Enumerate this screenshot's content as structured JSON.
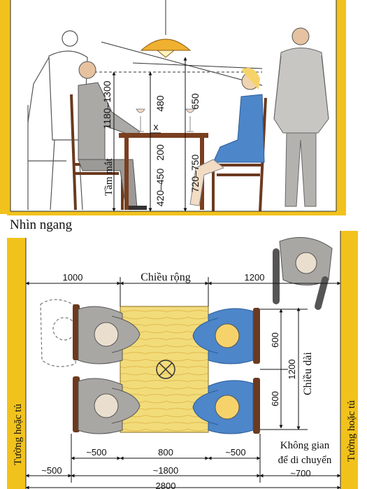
{
  "side_view": {
    "title": "Nhìn ngang",
    "eye_level_label": "Tầm mắt",
    "dims": [
      "1180–1300",
      "480",
      "650",
      "200",
      "x",
      "420–450",
      "720–750"
    ]
  },
  "top_view": {
    "width_label": "Chiều rộng",
    "length_label": "Chiều dài",
    "wall_left": "Tường hoặc tủ",
    "wall_right": "Tường hoặc tủ",
    "circulation_line1": "Không gian",
    "circulation_line2": "để di chuyển",
    "dims": {
      "left_clearance": "1000",
      "right_clearance": "1200",
      "seat_top": "600",
      "seat_bottom": "600",
      "table_length": "1200",
      "chair_left": "~500",
      "table_width": "800",
      "chair_right": "~500",
      "wall_gap": "~500",
      "overall_seating": "~1800",
      "walkway": "~700",
      "overall_room": "2800"
    }
  },
  "colors": {
    "wall": "#f2c21c",
    "table": "#f2dc7a",
    "grey_figure": "#a9a7a4",
    "blue_figure": "#4d86c9",
    "chair": "#8a4b2a"
  }
}
